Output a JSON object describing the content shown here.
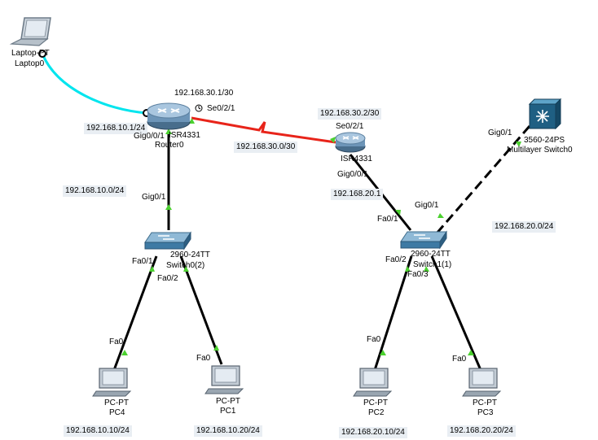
{
  "devices": {
    "laptop": {
      "type": "Laptop-PT",
      "name": "Laptop0"
    },
    "router0": {
      "type": "ISR4331",
      "name": "Router0"
    },
    "router1": {
      "type": "ISR4331",
      "name": ""
    },
    "mlswitch": {
      "type": "3560-24PS",
      "name": "Multilayer Switch0"
    },
    "switch_left": {
      "type": "2960-24TT",
      "name": "Switch0(2)"
    },
    "switch_right": {
      "type": "2960-24TT",
      "name": "Switch1(1)"
    },
    "pc4": {
      "type": "PC-PT",
      "name": "PC4"
    },
    "pc1": {
      "type": "PC-PT",
      "name": "PC1"
    },
    "pc2": {
      "type": "PC-PT",
      "name": "PC2"
    },
    "pc3": {
      "type": "PC-PT",
      "name": "PC3"
    }
  },
  "ports": {
    "r0_serial": "Se0/2/1",
    "r0_gig": "Gig0/0/1",
    "r1_serial": "Se0/2/1",
    "r1_gig": "Gig0/0/1",
    "swl_gig": "Gig0/1",
    "swl_fa1": "Fa0/1",
    "swl_fa2": "Fa0/2",
    "swr_fa1": "Fa0/1",
    "swr_gig": "Gig0/1",
    "swr_fa2": "Fa0/2",
    "swr_fa3": "Fa0/3",
    "ml_gig": "Gig0/1",
    "pc4_fa": "Fa0",
    "pc1_fa": "Fa0",
    "pc2_fa": "Fa0",
    "pc3_fa": "Fa0"
  },
  "addresses": {
    "r0_serial_ip": "192.168.30.1/30",
    "r0_gig_ip": "192.168.10.1/24",
    "r1_serial_ip": "192.168.30.2/30",
    "r1_gig_ip": "192.168.20.1",
    "serial_net": "192.168.30.0/30",
    "left_lan": "192.168.10.0/24",
    "right_lan": "192.168.20.0/24",
    "pc4_ip": "192.168.10.10/24",
    "pc1_ip": "192.168.10.20/24",
    "pc2_ip": "192.168.20.10/24",
    "pc3_ip": "192.168.20.20/24"
  },
  "colors": {
    "console_cable": "#00e5ee",
    "serial_cable": "#e8241a",
    "ethernet_cable": "#000000",
    "link_up": "#4bd12f"
  }
}
